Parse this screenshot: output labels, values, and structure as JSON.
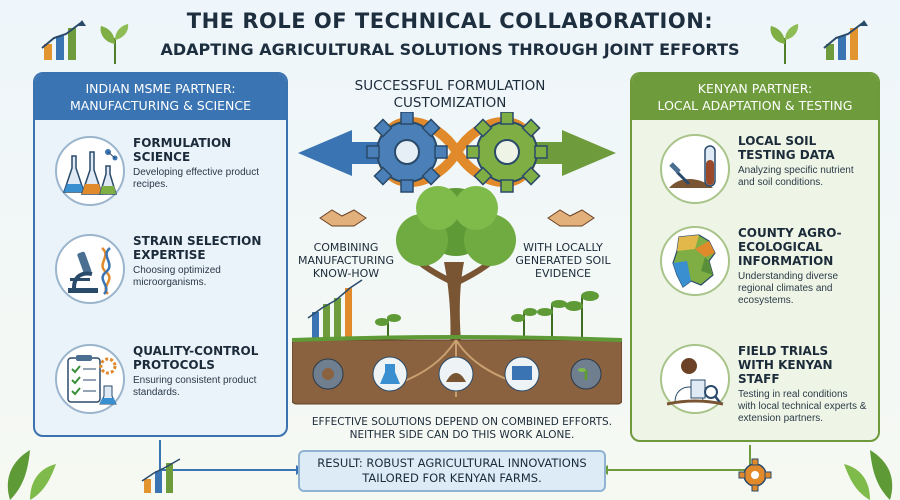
{
  "title": {
    "main": "THE ROLE OF TECHNICAL COLLABORATION:",
    "sub": "ADAPTING AGRICULTURAL SOLUTIONS THROUGH JOINT EFFORTS"
  },
  "left_panel": {
    "header_line1": "INDIAN MSME PARTNER:",
    "header_line2": "MANUFACTURING & SCIENCE",
    "items": [
      {
        "title": "FORMULATION SCIENCE",
        "desc": "Developing effective product recipes.",
        "icon": "lab-flasks-icon"
      },
      {
        "title": "STRAIN SELECTION EXPERTISE",
        "desc": "Choosing optimized microorganisms.",
        "icon": "microscope-dna-icon"
      },
      {
        "title": "QUALITY-CONTROL PROTOCOLS",
        "desc": "Ensuring consistent product standards.",
        "icon": "clipboard-checklist-icon"
      }
    ]
  },
  "right_panel": {
    "header_line1": "KENYAN PARTNER:",
    "header_line2": "LOCAL ADAPTATION & TESTING",
    "items": [
      {
        "title": "LOCAL SOIL TESTING DATA",
        "desc": "Analyzing specific nutrient and soil conditions.",
        "icon": "soil-test-tube-icon"
      },
      {
        "title": "COUNTY AGRO-ECOLOGICAL INFORMATION",
        "desc": "Understanding diverse regional climates and ecosystems.",
        "icon": "kenya-map-icon"
      },
      {
        "title": "FIELD TRIALS WITH KENYAN STAFF",
        "desc": "Testing in real conditions with local technical experts & extension partners.",
        "icon": "field-scientist-icon"
      }
    ]
  },
  "center": {
    "title_line1": "SUCCESSFUL FORMULATION",
    "title_line2": "CUSTOMIZATION",
    "left_caption": "COMBINING MANUFACTURING KNOW-HOW",
    "right_caption": "WITH LOCALLY GENERATED SOIL EVIDENCE",
    "effective_line1": "EFFECTIVE SOLUTIONS DEPEND ON COMBINED EFFORTS.",
    "effective_line2": "NEITHER SIDE CAN DO THIS WORK ALONE."
  },
  "result": {
    "line1": "RESULT: ROBUST AGRICULTURAL INNOVATIONS",
    "line2": "TAILORED FOR KENYAN FARMS."
  },
  "colors": {
    "blue": "#3a74b3",
    "green": "#6e9b3b",
    "orange": "#e08a2c",
    "soil": "#7a5533"
  }
}
